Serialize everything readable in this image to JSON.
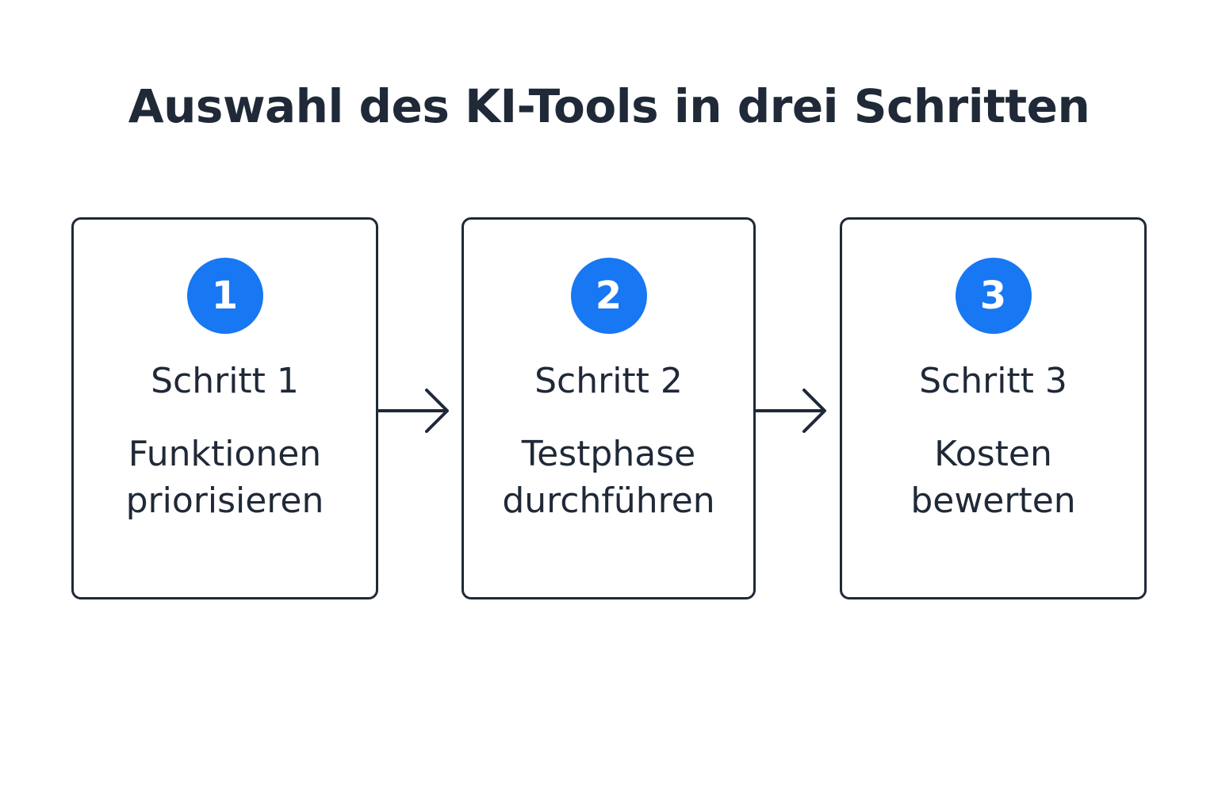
{
  "title": "Auswahl des KI-Tools in drei Schritten",
  "colors": {
    "badge": "#1877f2",
    "text": "#1f2937",
    "border": "#1f2937",
    "background": "#ffffff"
  },
  "steps": [
    {
      "number": "1",
      "label": "Schritt 1",
      "line1": "Funktionen",
      "line2": "priorisieren"
    },
    {
      "number": "2",
      "label": "Schritt 2",
      "line1": "Testphase",
      "line2": "durchführen"
    },
    {
      "number": "3",
      "label": "Schritt 3",
      "line1": "Kosten",
      "line2": "bewerten"
    }
  ],
  "arrows": [
    {
      "icon": "arrow-right-icon"
    },
    {
      "icon": "arrow-right-icon"
    }
  ]
}
